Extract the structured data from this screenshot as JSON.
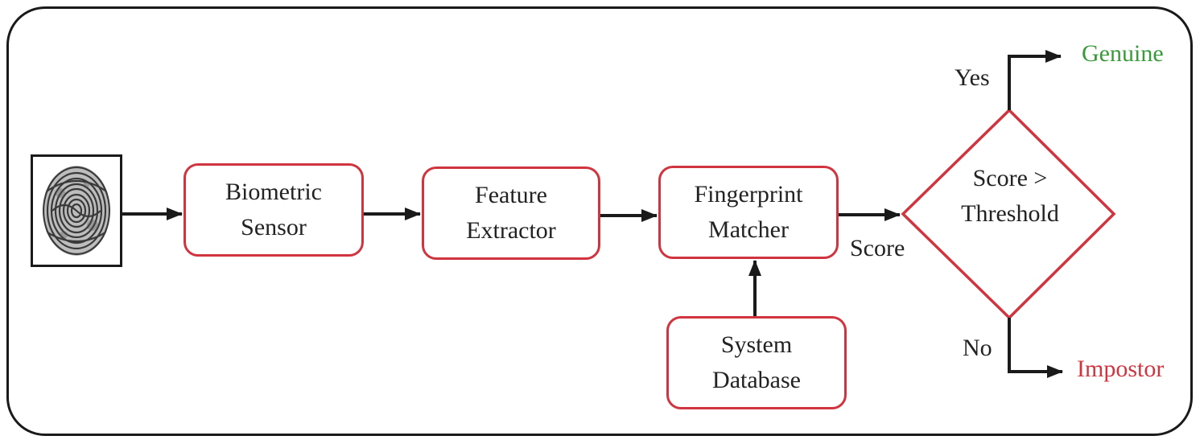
{
  "diagram": {
    "nodes": {
      "sensor": {
        "line1": "Biometric",
        "line2": "Sensor"
      },
      "extractor": {
        "line1": "Feature",
        "line2": "Extractor"
      },
      "matcher": {
        "line1": "Fingerprint",
        "line2": "Matcher"
      },
      "database": {
        "line1": "System",
        "line2": "Database"
      }
    },
    "decision": {
      "line1": "Score >",
      "line2": "Threshold"
    },
    "edge_labels": {
      "score": "Score",
      "yes": "Yes",
      "no": "No"
    },
    "outcomes": {
      "genuine": "Genuine",
      "impostor": "Impostor"
    },
    "colors": {
      "box_border": "#d0353f",
      "outline": "#1a1a1a",
      "genuine": "#3a9a3a",
      "impostor": "#d0353f"
    },
    "input_image": "fingerprint-image"
  }
}
